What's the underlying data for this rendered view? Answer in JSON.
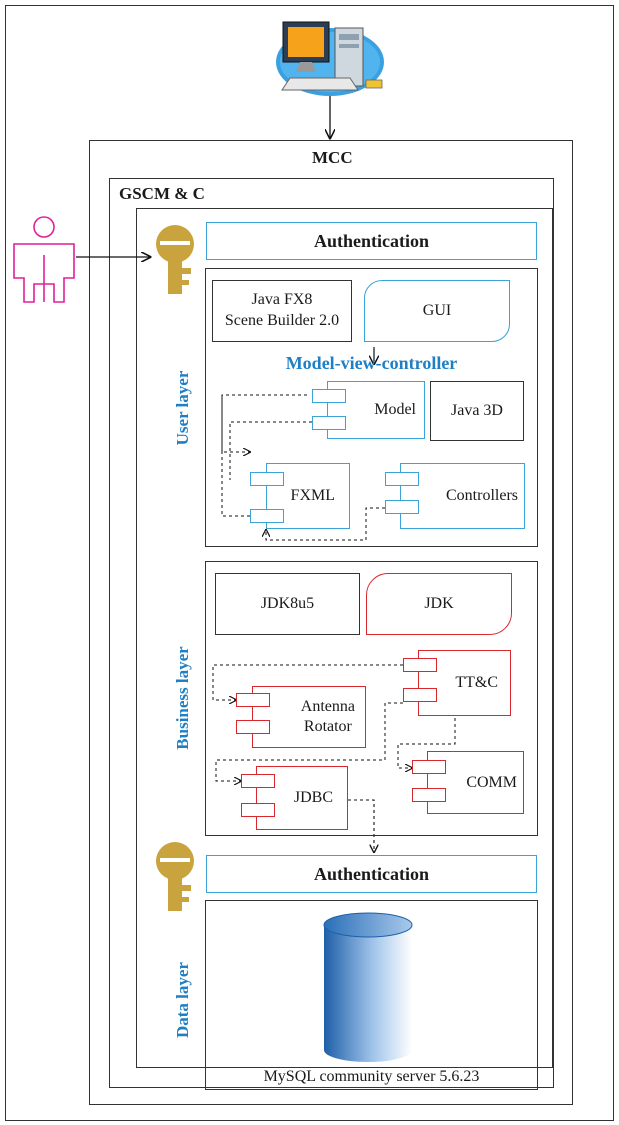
{
  "mcc": {
    "label": "MCC"
  },
  "gscm": {
    "label": "GSCM & C"
  },
  "auth_top": {
    "label": "Authentication"
  },
  "auth_bottom": {
    "label": "Authentication"
  },
  "user_layer": {
    "label": "User layer",
    "scene_builder": "Java FX8\nScene Builder 2.0",
    "gui": "GUI",
    "mvc_title": "Model-view-controller",
    "model": "Model",
    "java3d": "Java 3D",
    "fxml": "FXML",
    "controllers": "Controllers"
  },
  "business_layer": {
    "label": "Business layer",
    "jdk8u5": "JDK8u5",
    "jdk": "JDK",
    "ttc": "TT&C",
    "antenna": "Antenna\nRotator",
    "jdbc": "JDBC",
    "comm": "COMM"
  },
  "data_layer": {
    "label": "Data layer",
    "mysql": "MySQL community server 5.6.23"
  },
  "icons": [
    "computer-icon",
    "user-icon",
    "key-icon"
  ],
  "colors": {
    "blue_accent": "#3aa3d8",
    "blue_text": "#1f7fc4",
    "red_accent": "#d9272e",
    "user_magenta": "#e0209a",
    "key_gold": "#c9a33d"
  }
}
